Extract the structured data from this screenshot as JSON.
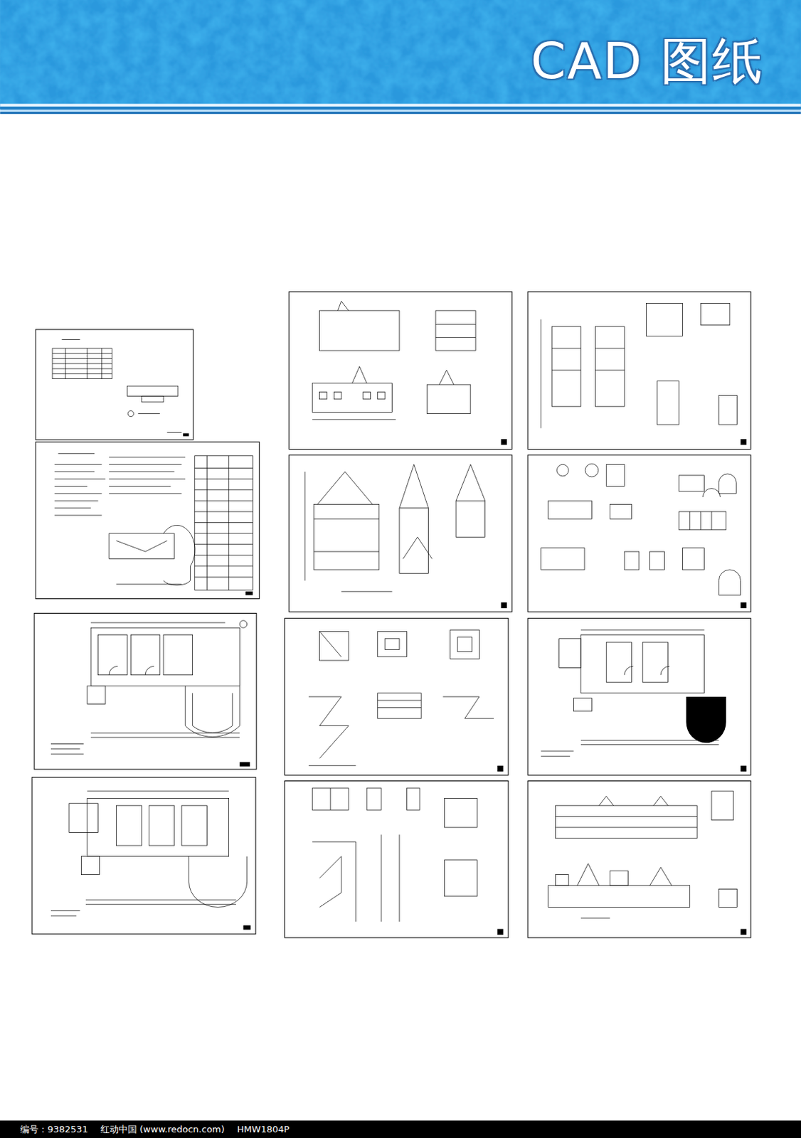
{
  "diagram": {
    "title": "CAD 图纸",
    "labels": [
      "编号：9382531",
      "红动中国 (www.redocn.com)",
      "HMW1804P"
    ]
  }
}
